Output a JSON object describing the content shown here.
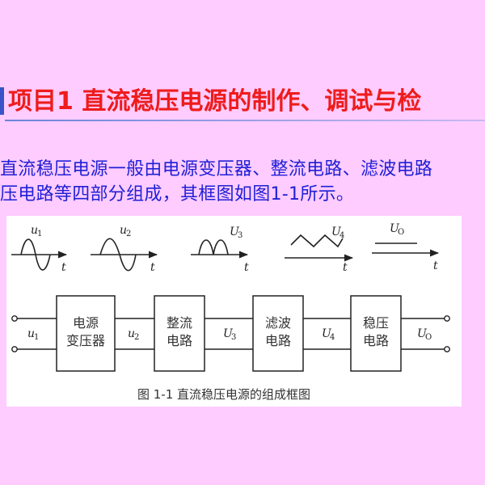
{
  "title": {
    "text": "项目1 直流稳压电源的制作、调试与检",
    "color": "#ee1c1c",
    "accent_color": "#3a54c8"
  },
  "body": {
    "line1": "直流稳压电源一般由电源变压器、整流电路、滤波电路",
    "line2": "压电路等四部分组成，其框图如图1-1所示。",
    "color": "#1f1fd6"
  },
  "diagram": {
    "waveforms": [
      {
        "label": "u",
        "sub": "1",
        "axis": "t",
        "shape": "sine"
      },
      {
        "label": "u",
        "sub": "2",
        "axis": "t",
        "shape": "sine"
      },
      {
        "label": "U",
        "sub": "3",
        "axis": "t",
        "shape": "rectified"
      },
      {
        "label": "U",
        "sub": "4",
        "axis": "t",
        "shape": "ripple"
      },
      {
        "label": "U",
        "sub": "O",
        "axis": "t",
        "shape": "flat"
      }
    ],
    "blocks": [
      {
        "line1": "电源",
        "line2": "变压器"
      },
      {
        "line1": "整流",
        "line2": "电路"
      },
      {
        "line1": "滤波",
        "line2": "电路"
      },
      {
        "line1": "稳压",
        "line2": "电路"
      }
    ],
    "signals": [
      {
        "label": "u",
        "sub": "1"
      },
      {
        "label": "u",
        "sub": "2"
      },
      {
        "label": "U",
        "sub": "3"
      },
      {
        "label": "U",
        "sub": "4"
      },
      {
        "label": "U",
        "sub": "O"
      }
    ],
    "caption": "图 1-1  直流稳压电源的组成框图"
  }
}
